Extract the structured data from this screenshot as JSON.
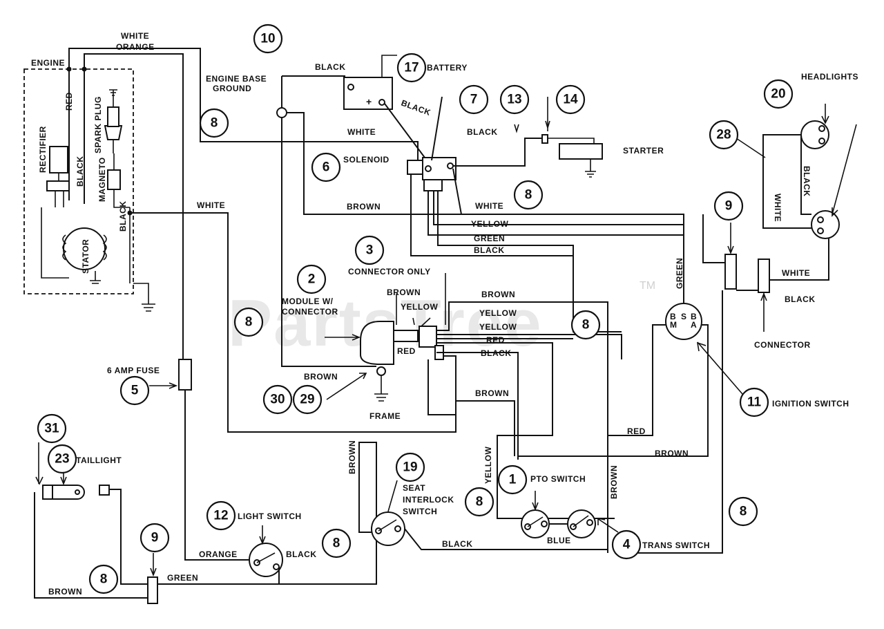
{
  "watermark": {
    "text": "PartsTree",
    "tm": "TM"
  },
  "callouts": {
    "c1": "1",
    "c2": "2",
    "c3": "3",
    "c4": "4",
    "c5": "5",
    "c6": "6",
    "c7": "7",
    "c8": "8",
    "c9": "9",
    "c10": "10",
    "c11": "11",
    "c12": "12",
    "c13": "13",
    "c14": "14",
    "c17": "17",
    "c19": "19",
    "c20": "20",
    "c23": "23",
    "c28": "28",
    "c29": "29",
    "c30": "30",
    "c31": "31"
  },
  "components": {
    "battery": "BATTERY",
    "engine_base_ground_1": "ENGINE BASE",
    "engine_base_ground_2": "GROUND",
    "solenoid": "SOLENOID",
    "starter": "STARTER",
    "headlights": "HEADLIGHTS",
    "engine": "ENGINE",
    "rectifier": "RECTIFIER",
    "spark_plug": "SPARK PLUG",
    "magneto": "MAGNETO",
    "stator": "STATOR",
    "connector_only": "CONNECTOR ONLY",
    "module_1": "MODULE W/",
    "module_2": "CONNECTOR",
    "frame": "FRAME",
    "fuse": "6 AMP FUSE",
    "ignition_switch": "IGNITION SWITCH",
    "connector": "CONNECTOR",
    "taillight": "TAILLIGHT",
    "seat_1": "SEAT",
    "seat_2": "INTERLOCK",
    "seat_3": "SWITCH",
    "pto_switch": "PTO SWITCH",
    "light_switch": "LIGHT SWITCH",
    "trans_switch": "TRANS  SWITCH",
    "ign_b": "B",
    "ign_m": "M",
    "ign_s": "S",
    "ign_b2": "B",
    "ign_a": "A",
    "batt_plus": "+"
  },
  "wires": {
    "white_top": "WHITE",
    "orange_top": "ORANGE",
    "black_batt": "BLACK",
    "black_sol": "BLACK",
    "red_engine": "RED",
    "black_rect": "BLACK",
    "black_mag": "BLACK",
    "white_mid": "WHITE",
    "black_starter": "BLACK",
    "white_left": "WHITE",
    "brown_sol": "BROWN",
    "white_sol": "WHITE",
    "yellow_1": "YELLOW",
    "green_1": "GREEN",
    "black_1": "BLACK",
    "green_ign": "GREEN",
    "white_hl": "WHITE",
    "black_hl": "BLACK",
    "white_conn": "WHITE",
    "black_conn": "BLACK",
    "brown_mod": "BROWN",
    "yellow_mod": "YELLOW",
    "brown_r1": "BROWN",
    "yellow_r1": "YELLOW",
    "yellow_r2": "YELLOW",
    "red_r": "RED",
    "black_r": "BLACK",
    "red_mod": "RED",
    "brown_frame": "BROWN",
    "brown_low": "BROWN",
    "red_ign": "RED",
    "brown_ign": "BROWN",
    "brown_vert": "BROWN",
    "yellow_vert": "YELLOW",
    "brown_pto": "BROWN",
    "blue": "BLUE",
    "black_seat": "BLACK",
    "orange_ls": "ORANGE",
    "black_ls": "BLACK",
    "green_bottom": "GREEN",
    "brown_bottom": "BROWN"
  }
}
